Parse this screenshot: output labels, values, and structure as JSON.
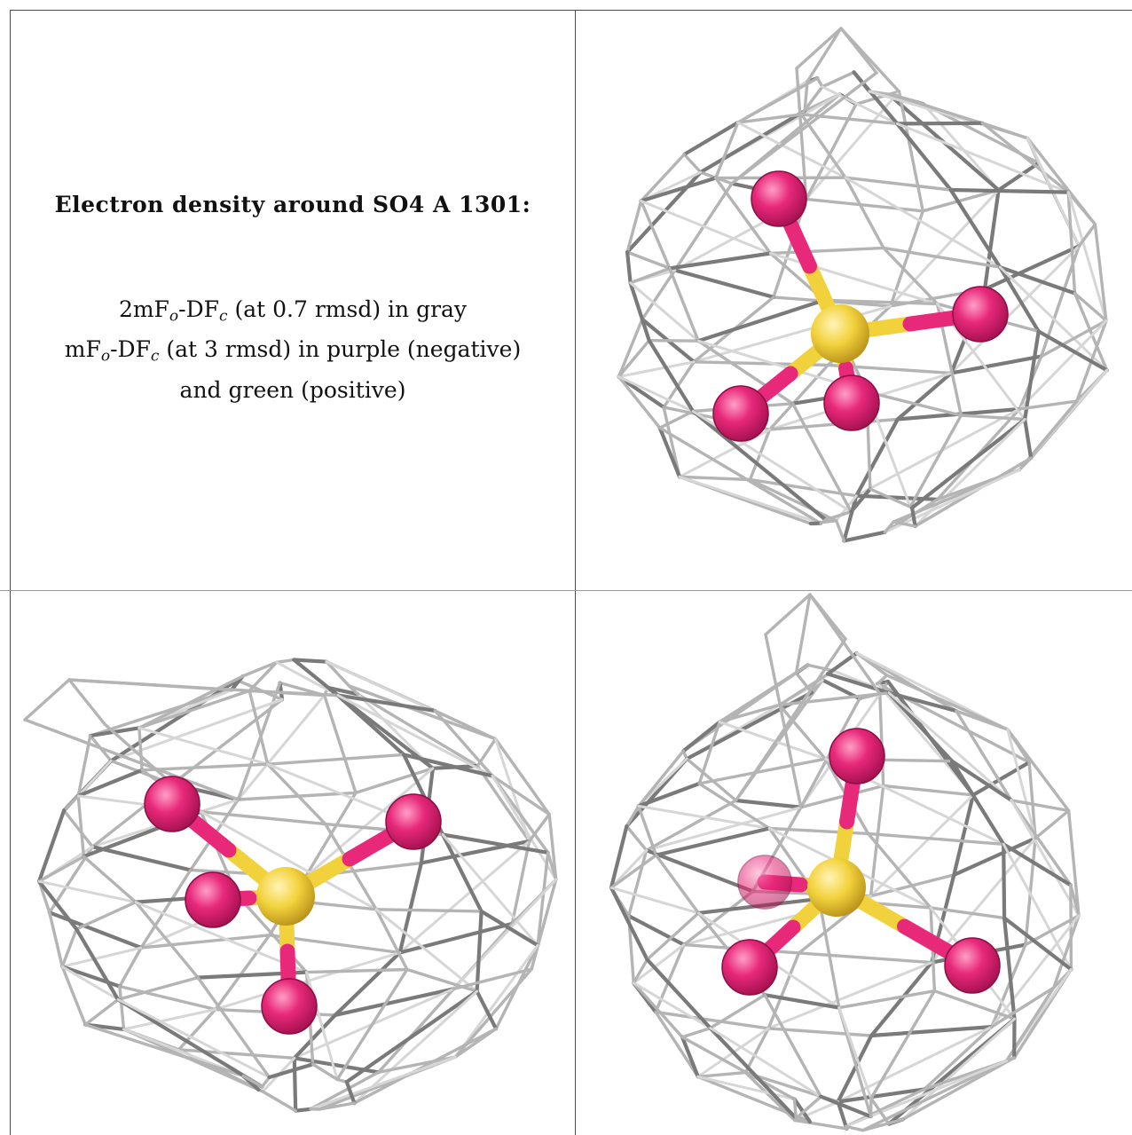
{
  "legend": {
    "title": "Electron density around SO4 A 1301:",
    "line1": {
      "prefix": "2mF",
      "sub1": "o",
      "mid": "-DF",
      "sub2": "c",
      "suffix": " (at 0.7 rmsd) in gray"
    },
    "line2": {
      "prefix": "mF",
      "sub1": "o",
      "mid": "-DF",
      "sub2": "c",
      "suffix": " (at 3 rmsd) in purple (negative)"
    },
    "line3": "and green (positive)"
  },
  "colors": {
    "mesh": "#b4b4b4",
    "mesh_dark": "#7a7a7a",
    "oxygen": "#e8297a",
    "sulfur": "#f2d23c",
    "grid": "#4a4a4a"
  },
  "views": [
    {
      "name": "view-top-right"
    },
    {
      "name": "view-bottom-left"
    },
    {
      "name": "view-bottom-right"
    }
  ]
}
